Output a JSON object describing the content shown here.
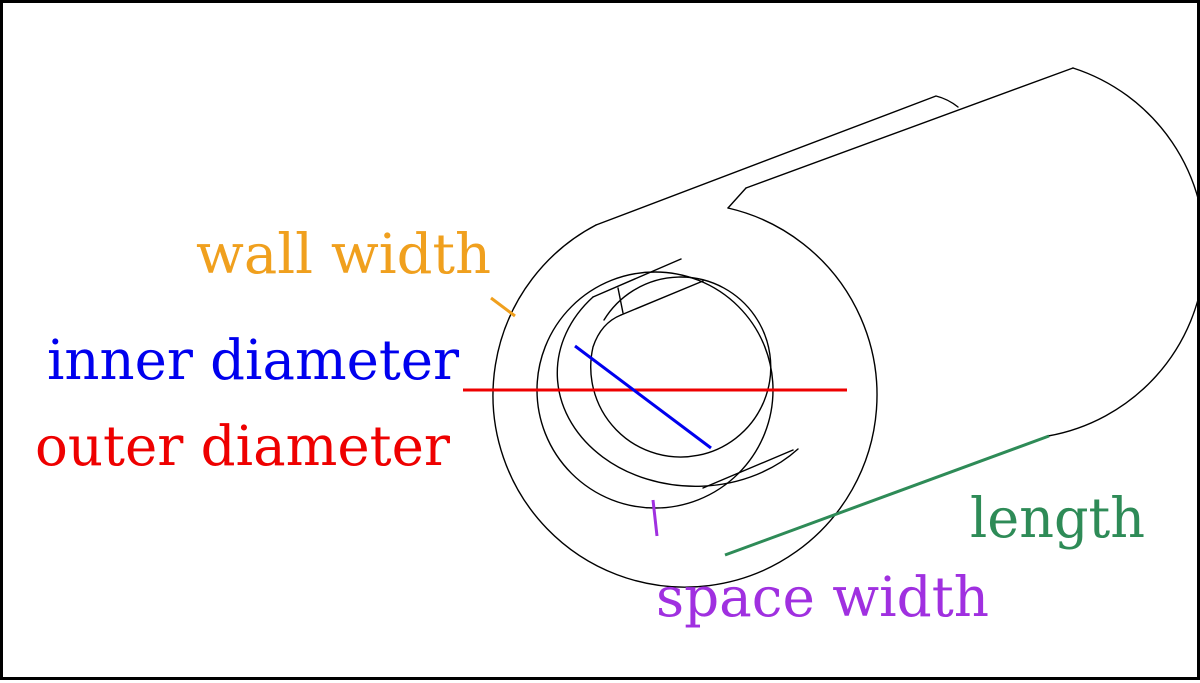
{
  "labels": {
    "wall_width": "wall width",
    "inner_diameter": "inner diameter",
    "outer_diameter": "outer diameter",
    "space_width": "space width",
    "length": "length"
  },
  "colors": {
    "wall_width": "#f0a01e",
    "inner_diameter": "#0000ee",
    "outer_diameter": "#ee0000",
    "space_width": "#a030e0",
    "length": "#2e8b57",
    "outline": "#000000",
    "background": "#ffffff"
  }
}
